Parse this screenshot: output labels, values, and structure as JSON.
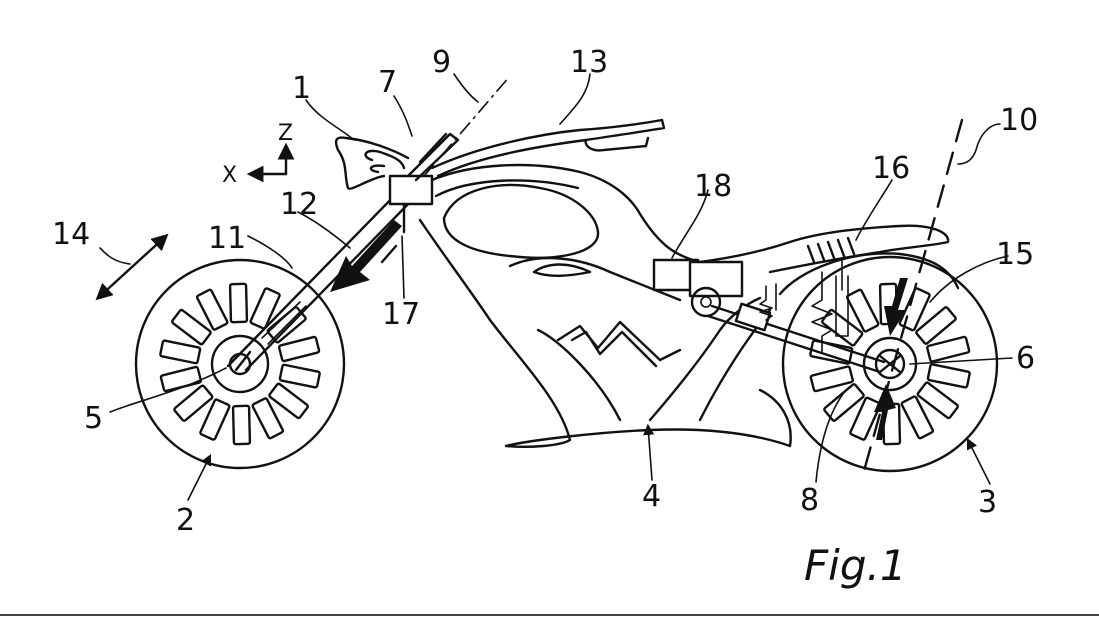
{
  "figure": {
    "caption": "Fig.1",
    "axes": {
      "x": "X",
      "z": "Z"
    },
    "labels": {
      "l1": "1",
      "l2": "2",
      "l3": "3",
      "l4": "4",
      "l5": "5",
      "l6": "6",
      "l7": "7",
      "l8": "8",
      "l9": "9",
      "l10": "10",
      "l11": "11",
      "l12": "12",
      "l13": "13",
      "l14": "14",
      "l15": "15",
      "l16": "16",
      "l17": "17",
      "l18": "18"
    }
  }
}
